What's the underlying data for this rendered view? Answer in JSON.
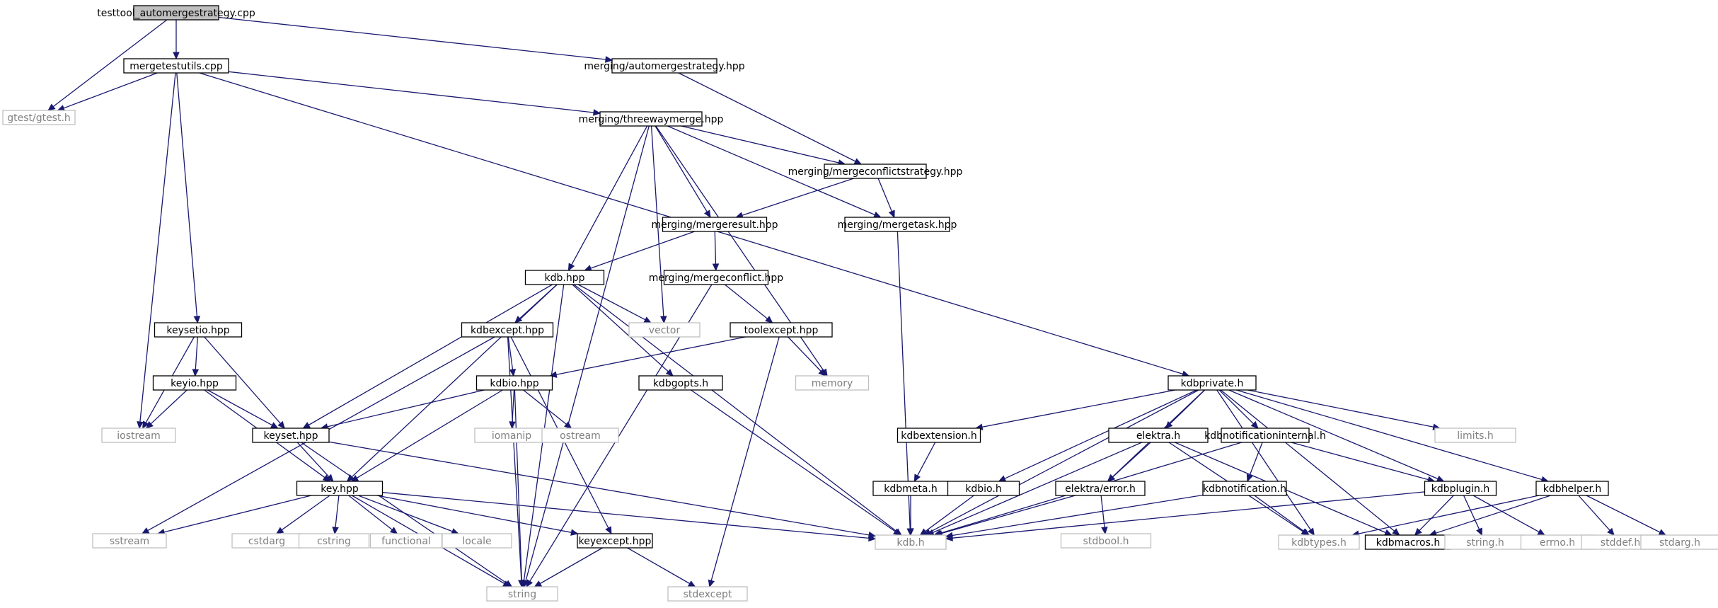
{
  "graph": {
    "title": "",
    "colors": {
      "edge": "#191970",
      "documented_border": "#000000",
      "external_border": "#bfbfbf",
      "external_text": "#808080",
      "root_fill": "#bfbfbf"
    },
    "nodes": [
      {
        "id": "root",
        "label": "testtool_automergestrategy.cpp",
        "kind": "root"
      },
      {
        "id": "mergetestutils",
        "label": "mergetestutils.cpp",
        "kind": "doc"
      },
      {
        "id": "automergestrategy",
        "label": "merging/automergestrategy.hpp",
        "kind": "doc"
      },
      {
        "id": "gtest",
        "label": "gtest/gtest.h",
        "kind": "ext"
      },
      {
        "id": "threewaymerge",
        "label": "merging/threewaymerge.hpp",
        "kind": "doc"
      },
      {
        "id": "mergeconflictstrategy",
        "label": "merging/mergeconflictstrategy.hpp",
        "kind": "doc"
      },
      {
        "id": "mergeresult",
        "label": "merging/mergeresult.hpp",
        "kind": "doc"
      },
      {
        "id": "mergetask",
        "label": "merging/mergetask.hpp",
        "kind": "doc"
      },
      {
        "id": "kdbhpp",
        "label": "kdb.hpp",
        "kind": "doc"
      },
      {
        "id": "mergeconflict",
        "label": "merging/mergeconflict.hpp",
        "kind": "doc"
      },
      {
        "id": "keysetio",
        "label": "keysetio.hpp",
        "kind": "doc"
      },
      {
        "id": "kdbexcept",
        "label": "kdbexcept.hpp",
        "kind": "doc"
      },
      {
        "id": "vector",
        "label": "vector",
        "kind": "ext"
      },
      {
        "id": "toolexcept",
        "label": "toolexcept.hpp",
        "kind": "doc"
      },
      {
        "id": "keyio",
        "label": "keyio.hpp",
        "kind": "doc"
      },
      {
        "id": "kdbiohpp",
        "label": "kdbio.hpp",
        "kind": "doc"
      },
      {
        "id": "kdbgopts",
        "label": "kdbgopts.h",
        "kind": "doc"
      },
      {
        "id": "memory",
        "label": "memory",
        "kind": "ext"
      },
      {
        "id": "kdbprivate",
        "label": "kdbprivate.h",
        "kind": "doc"
      },
      {
        "id": "iostream",
        "label": "iostream",
        "kind": "ext"
      },
      {
        "id": "keyset",
        "label": "keyset.hpp",
        "kind": "doc"
      },
      {
        "id": "iomanip",
        "label": "iomanip",
        "kind": "ext"
      },
      {
        "id": "ostream",
        "label": "ostream",
        "kind": "ext"
      },
      {
        "id": "kdbextension",
        "label": "kdbextension.h",
        "kind": "doc"
      },
      {
        "id": "elektrah",
        "label": "elektra.h",
        "kind": "doc"
      },
      {
        "id": "kdbnotifinternal",
        "label": "kdbnotificationinternal.h",
        "kind": "doc"
      },
      {
        "id": "limits",
        "label": "limits.h",
        "kind": "ext"
      },
      {
        "id": "keyhpp",
        "label": "key.hpp",
        "kind": "doc"
      },
      {
        "id": "kdbmeta",
        "label": "kdbmeta.h",
        "kind": "doc"
      },
      {
        "id": "kdbioh",
        "label": "kdbio.h",
        "kind": "doc"
      },
      {
        "id": "elektraerror",
        "label": "elektra/error.h",
        "kind": "doc"
      },
      {
        "id": "kdbnotification",
        "label": "kdbnotification.h",
        "kind": "doc"
      },
      {
        "id": "kdbplugin",
        "label": "kdbplugin.h",
        "kind": "doc"
      },
      {
        "id": "kdbhelper",
        "label": "kdbhelper.h",
        "kind": "doc"
      },
      {
        "id": "sstream",
        "label": "sstream",
        "kind": "ext"
      },
      {
        "id": "cstdarg",
        "label": "cstdarg",
        "kind": "ext"
      },
      {
        "id": "cstring",
        "label": "cstring",
        "kind": "ext"
      },
      {
        "id": "functional",
        "label": "functional",
        "kind": "ext"
      },
      {
        "id": "locale",
        "label": "locale",
        "kind": "ext"
      },
      {
        "id": "keyexcept",
        "label": "keyexcept.hpp",
        "kind": "doc"
      },
      {
        "id": "kdbh",
        "label": "kdb.h",
        "kind": "ext"
      },
      {
        "id": "stdbool",
        "label": "stdbool.h",
        "kind": "ext"
      },
      {
        "id": "kdbtypes",
        "label": "kdbtypes.h",
        "kind": "ext"
      },
      {
        "id": "kdbmacros",
        "label": "kdbmacros.h",
        "kind": "doc"
      },
      {
        "id": "stringh",
        "label": "string.h",
        "kind": "ext"
      },
      {
        "id": "errno",
        "label": "errno.h",
        "kind": "ext"
      },
      {
        "id": "stddef",
        "label": "stddef.h",
        "kind": "ext"
      },
      {
        "id": "stdarg",
        "label": "stdarg.h",
        "kind": "ext"
      },
      {
        "id": "string",
        "label": "string",
        "kind": "ext"
      },
      {
        "id": "stdexcept",
        "label": "stdexcept",
        "kind": "ext"
      }
    ],
    "edges": [
      [
        "root",
        "mergetestutils"
      ],
      [
        "root",
        "automergestrategy"
      ],
      [
        "root",
        "gtest"
      ],
      [
        "mergetestutils",
        "gtest"
      ],
      [
        "mergetestutils",
        "threewaymerge"
      ],
      [
        "mergetestutils",
        "kdbprivate"
      ],
      [
        "mergetestutils",
        "keysetio"
      ],
      [
        "mergetestutils",
        "iostream"
      ],
      [
        "automergestrategy",
        "mergeconflictstrategy"
      ],
      [
        "threewaymerge",
        "mergeconflictstrategy"
      ],
      [
        "threewaymerge",
        "mergeresult"
      ],
      [
        "threewaymerge",
        "mergetask"
      ],
      [
        "threewaymerge",
        "kdbhpp"
      ],
      [
        "threewaymerge",
        "vector"
      ],
      [
        "threewaymerge",
        "memory"
      ],
      [
        "threewaymerge",
        "string"
      ],
      [
        "mergeconflictstrategy",
        "mergeresult"
      ],
      [
        "mergeconflictstrategy",
        "mergetask"
      ],
      [
        "mergeresult",
        "kdbhpp"
      ],
      [
        "mergeresult",
        "mergeconflict"
      ],
      [
        "mergetask",
        "kdbh"
      ],
      [
        "mergeconflict",
        "toolexcept"
      ],
      [
        "mergeconflict",
        "string"
      ],
      [
        "kdbhpp",
        "kdbexcept"
      ],
      [
        "kdbhpp",
        "vector"
      ],
      [
        "kdbhpp",
        "kdbgopts"
      ],
      [
        "kdbhpp",
        "keyset"
      ],
      [
        "kdbhpp",
        "keyhpp"
      ],
      [
        "kdbhpp",
        "string"
      ],
      [
        "kdbhpp",
        "kdbh"
      ],
      [
        "toolexcept",
        "kdbiohpp"
      ],
      [
        "toolexcept",
        "memory"
      ],
      [
        "toolexcept",
        "stdexcept"
      ],
      [
        "keysetio",
        "keyio"
      ],
      [
        "keysetio",
        "iostream"
      ],
      [
        "keysetio",
        "keyset"
      ],
      [
        "keyio",
        "iostream"
      ],
      [
        "keyio",
        "keyset"
      ],
      [
        "keyio",
        "keyhpp"
      ],
      [
        "kdbexcept",
        "kdbiohpp"
      ],
      [
        "kdbexcept",
        "sstream"
      ],
      [
        "kdbexcept",
        "keyexcept"
      ],
      [
        "kdbexcept",
        "string"
      ],
      [
        "kdbiohpp",
        "keyset"
      ],
      [
        "kdbiohpp",
        "iomanip"
      ],
      [
        "kdbiohpp",
        "ostream"
      ],
      [
        "kdbiohpp",
        "keyhpp"
      ],
      [
        "kdbiohpp",
        "string"
      ],
      [
        "kdbgopts",
        "kdbh"
      ],
      [
        "keyset",
        "keyhpp"
      ],
      [
        "keyset",
        "kdbh"
      ],
      [
        "keyset",
        "string"
      ],
      [
        "keyhpp",
        "sstream"
      ],
      [
        "keyhpp",
        "cstdarg"
      ],
      [
        "keyhpp",
        "cstring"
      ],
      [
        "keyhpp",
        "functional"
      ],
      [
        "keyhpp",
        "locale"
      ],
      [
        "keyhpp",
        "keyexcept"
      ],
      [
        "keyhpp",
        "kdbh"
      ],
      [
        "keyhpp",
        "string"
      ],
      [
        "keyexcept",
        "string"
      ],
      [
        "keyexcept",
        "stdexcept"
      ],
      [
        "kdbprivate",
        "kdbh"
      ],
      [
        "kdbprivate",
        "kdbextension"
      ],
      [
        "kdbprivate",
        "kdbioh"
      ],
      [
        "kdbprivate",
        "elektrah"
      ],
      [
        "kdbprivate",
        "elektraerror"
      ],
      [
        "kdbprivate",
        "kdbnotifinternal"
      ],
      [
        "kdbprivate",
        "kdbtypes"
      ],
      [
        "kdbprivate",
        "kdbmacros"
      ],
      [
        "kdbprivate",
        "limits"
      ],
      [
        "kdbprivate",
        "kdbplugin"
      ],
      [
        "kdbprivate",
        "kdbhelper"
      ],
      [
        "kdbextension",
        "kdbmeta"
      ],
      [
        "kdbmeta",
        "kdbh"
      ],
      [
        "kdbioh",
        "kdbh"
      ],
      [
        "elektrah",
        "elektraerror"
      ],
      [
        "elektrah",
        "kdbh"
      ],
      [
        "elektrah",
        "kdbtypes"
      ],
      [
        "elektrah",
        "kdbmacros"
      ],
      [
        "elektraerror",
        "kdbh"
      ],
      [
        "elektraerror",
        "stdbool"
      ],
      [
        "kdbnotifinternal",
        "kdbnotification"
      ],
      [
        "kdbnotifinternal",
        "kdbplugin"
      ],
      [
        "kdbnotifinternal",
        "kdbh"
      ],
      [
        "kdbnotification",
        "kdbh"
      ],
      [
        "kdbnotification",
        "kdbtypes"
      ],
      [
        "kdbplugin",
        "kdbh"
      ],
      [
        "kdbplugin",
        "kdbmacros"
      ],
      [
        "kdbplugin",
        "stringh"
      ],
      [
        "kdbplugin",
        "errno"
      ],
      [
        "kdbhelper",
        "kdbtypes"
      ],
      [
        "kdbhelper",
        "kdbmacros"
      ],
      [
        "kdbhelper",
        "stddef"
      ],
      [
        "kdbhelper",
        "stdarg"
      ]
    ]
  }
}
